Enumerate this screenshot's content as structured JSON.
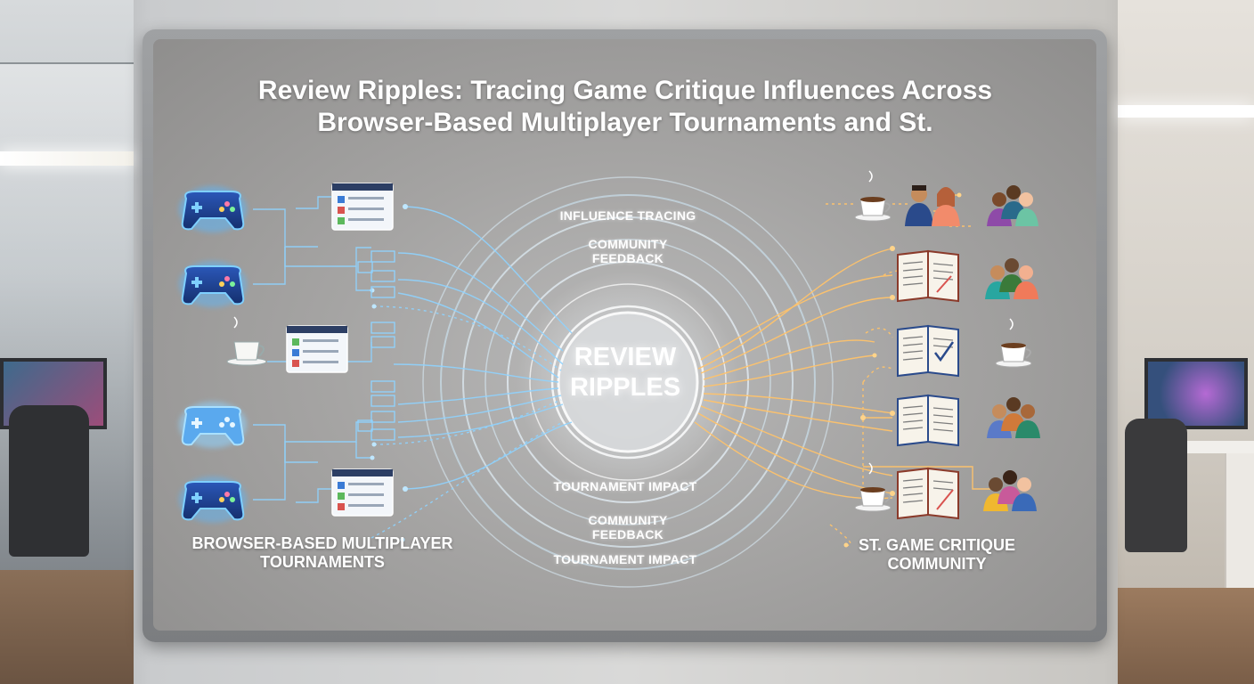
{
  "title": "Review Ripples: Tracing Game Critique Influences Across Browser-Based Multiplayer Tournaments and St.",
  "center_label": "REVIEW RIPPLES",
  "ring_labels": {
    "influence_tracing": "INFLUENCE TRACING",
    "community_feedback_top": "COMMUNITY FEEDBACK",
    "tournament_impact_top": "TOURNAMENT IMPACT",
    "community_feedback_bottom": "COMMUNITY FEEDBACK",
    "tournament_impact_bottom": "TOURNAMENT IMPACT"
  },
  "left_group_label": "BROWSER-BASED MULTIPLAYER TOURNAMENTS",
  "right_group_label": "ST. GAME CRITIQUE COMMUNITY",
  "left_nodes": [
    "gamepad-icon",
    "gamepad-icon",
    "coffee-cup-icon",
    "gamepad-icon",
    "gamepad-icon"
  ],
  "right_nodes": [
    "coffee-cup-icon",
    "open-book-icon",
    "open-book-icon",
    "open-book-icon",
    "open-book-icon"
  ],
  "people_groups": [
    "people-group-icon",
    "people-group-icon",
    "coffee-cup-icon",
    "people-group-icon",
    "people-group-icon"
  ],
  "colors": {
    "left_flow": "#8fd3ff",
    "right_flow": "#ffc36b",
    "gamepad": "#1f3f8f",
    "gamepad_glow": "#59b7ff",
    "board": "#a8a7a6"
  }
}
